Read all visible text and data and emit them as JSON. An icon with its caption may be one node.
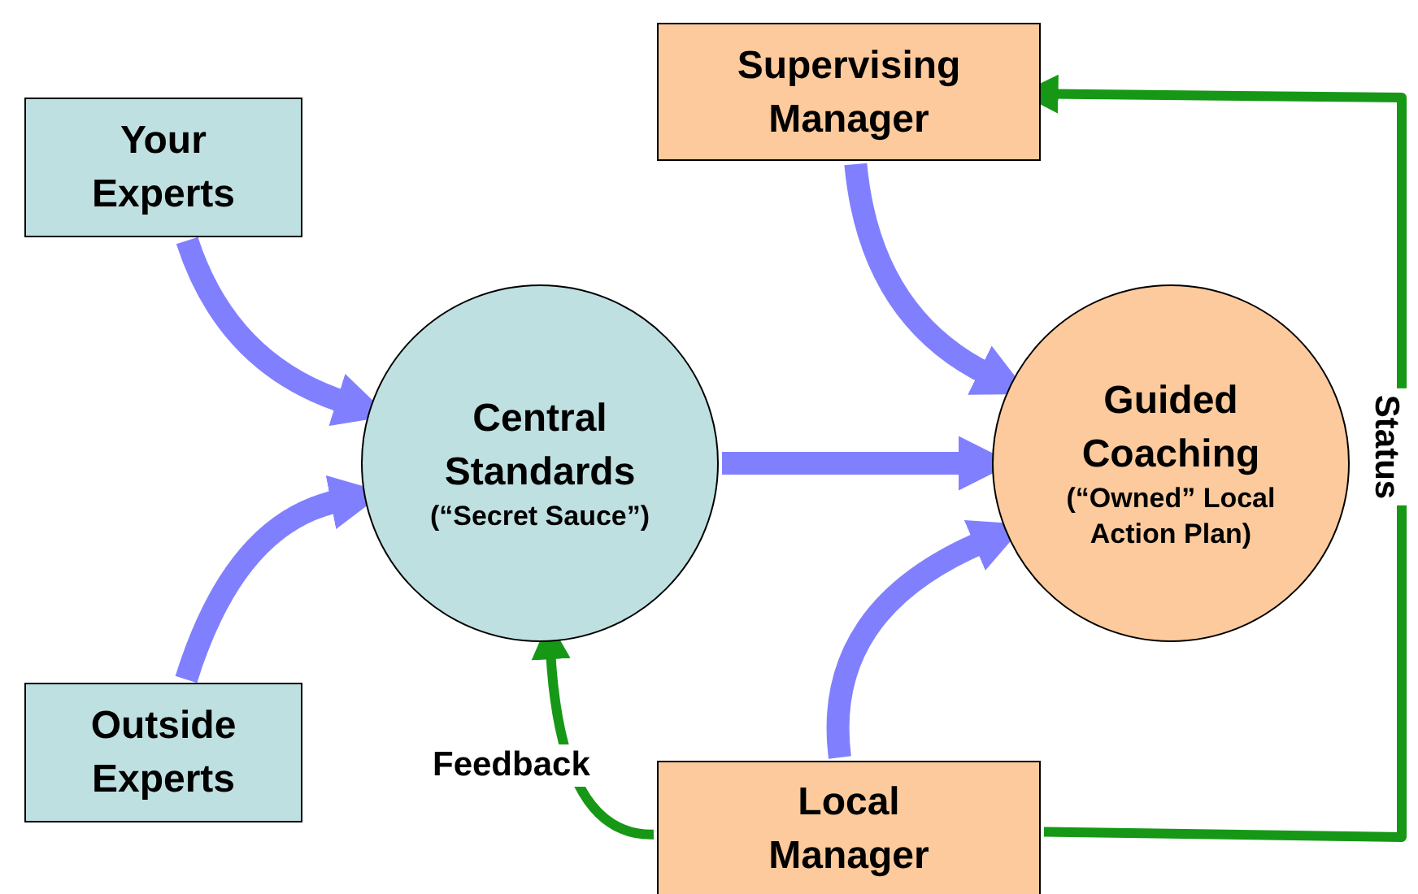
{
  "diagram": {
    "nodes": [
      {
        "text": [
          "Your Experts"
        ]
      },
      {
        "text": [
          "Outside Experts"
        ]
      },
      {
        "text": [
          "Central Standards",
          "(“Secret Sauce”)"
        ]
      },
      {
        "text": [
          "Supervising Manager"
        ]
      },
      {
        "text": [
          "Guided Coaching",
          "(“Owned” Local Action Plan)"
        ]
      },
      {
        "text": [
          "Local Manager"
        ]
      }
    ],
    "edges": [
      {
        "from": 0,
        "to": 2,
        "arrow": "to"
      },
      {
        "from": 1,
        "to": 2,
        "arrow": "to"
      },
      {
        "from": 2,
        "to": 4,
        "arrow": "to"
      },
      {
        "from": 3,
        "to": 4,
        "arrow": "to"
      },
      {
        "from": 5,
        "to": 4,
        "arrow": "to"
      },
      {
        "from": 5,
        "to": 2,
        "arrow": "to",
        "label": "Feedback",
        "color": "#169816"
      },
      {
        "from": 5,
        "to": 3,
        "arrow": "to",
        "label": "Status",
        "color": "#169816"
      }
    ]
  }
}
